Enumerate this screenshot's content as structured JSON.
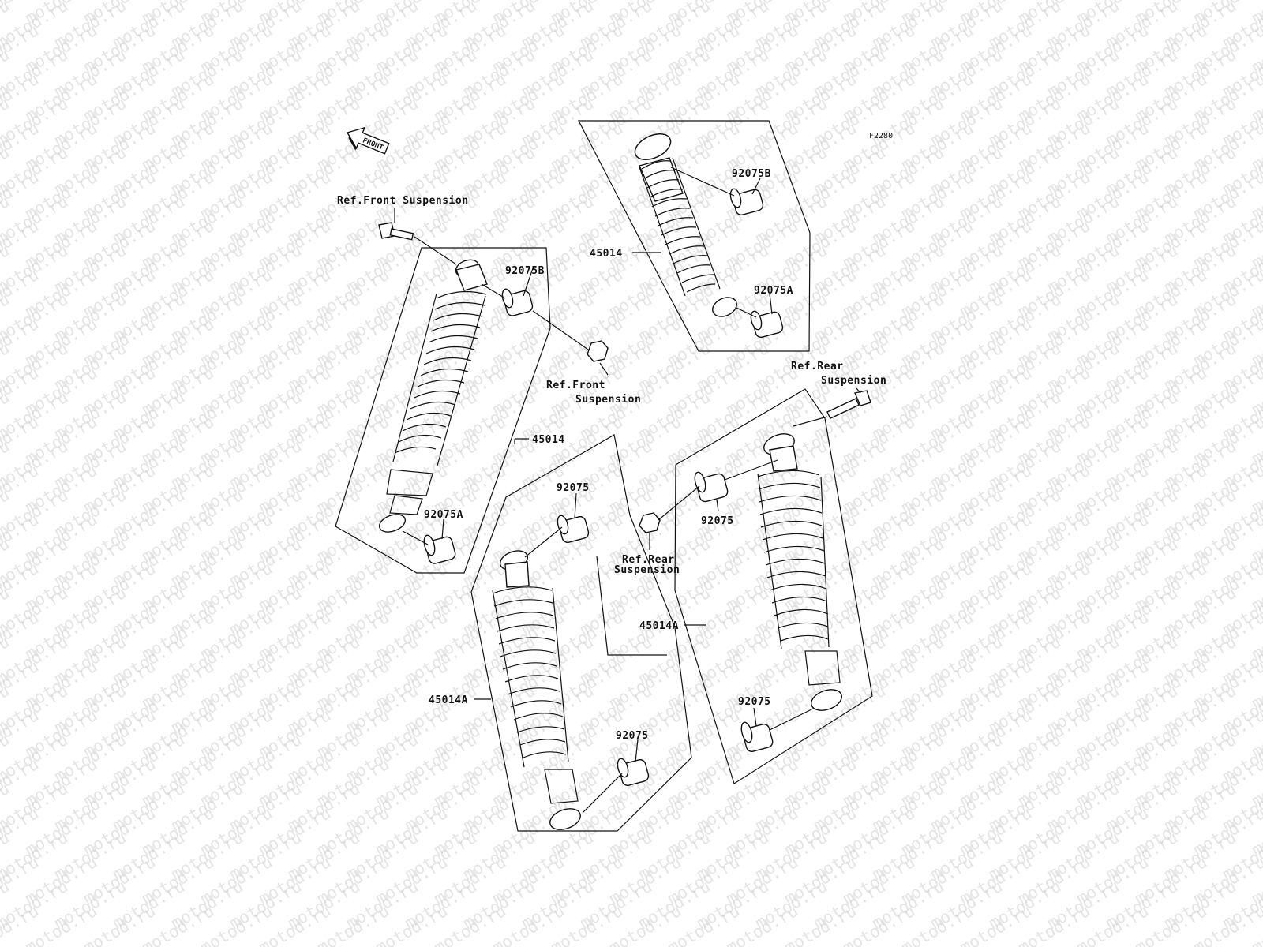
{
  "diagram": {
    "figure_code": "F2280",
    "front_arrow_label": "FRONT",
    "watermark": "motod.ru",
    "labels": {
      "ref_front_suspension_top": "Ref.Front Suspension",
      "ref_front_line1": "Ref.Front",
      "ref_front_line2": "Suspension",
      "ref_rear_top_line1": "Ref.Rear",
      "ref_rear_top_line2": "Suspension",
      "ref_rear_mid_line1": "Ref.Rear",
      "ref_rear_mid_line2": "Suspension",
      "part_45014_upper": "45014",
      "part_45014_left": "45014",
      "part_45014A_mid": "45014A",
      "part_45014A_right": "45014A",
      "part_92075B_upper": "92075B",
      "part_92075B_left": "92075B",
      "part_92075A_upper": "92075A",
      "part_92075A_left": "92075A",
      "part_92075_mid_top": "92075",
      "part_92075_mid_bottom": "92075",
      "part_92075_right_top": "92075",
      "part_92075_right_bottom": "92075"
    }
  }
}
